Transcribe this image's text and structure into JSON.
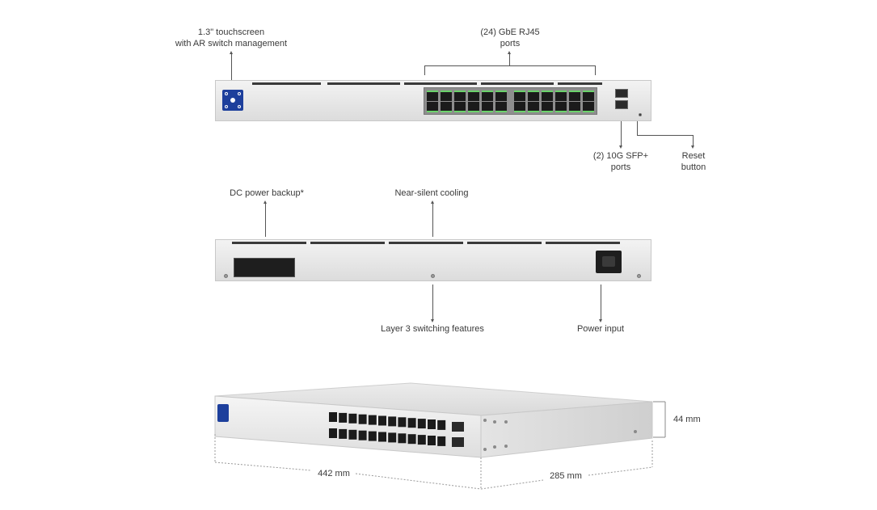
{
  "front": {
    "touchscreen_label": [
      "1.3\" touchscreen",
      "with AR switch management"
    ],
    "rj45_label": [
      "(24) GbE RJ45",
      "ports"
    ],
    "sfp_label": [
      "(2) 10G SFP+",
      "ports"
    ],
    "reset_label": [
      "Reset",
      "button"
    ]
  },
  "rear": {
    "dc_label": "DC power backup*",
    "cooling_label": "Near-silent cooling",
    "layer3_label": "Layer 3 switching features",
    "power_label": "Power input"
  },
  "dimensions": {
    "height": "44 mm",
    "width": "442 mm",
    "depth": "285 mm"
  },
  "colors": {
    "screen": "#1d3f9c",
    "port_led": "#6ad26a",
    "chassis": "#e6e6e6"
  }
}
